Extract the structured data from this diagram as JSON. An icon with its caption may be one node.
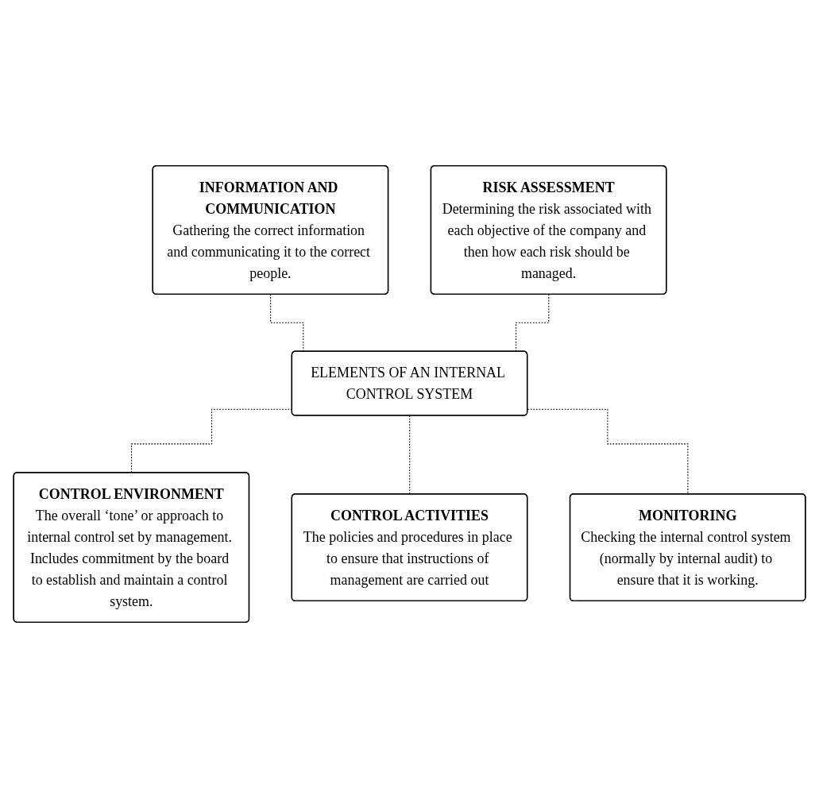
{
  "diagram": {
    "nodes": [
      {
        "text": [
          "INFORMATION AND COMMUNICATION",
          "Gathering the correct information and communicating it to the correct people."
        ]
      },
      {
        "text": [
          "RISK ASSESSMENT",
          "Determining the risk associated with each objective of the company and then how each risk should be managed."
        ]
      },
      {
        "text": [
          "ELEMENTS OF AN INTERNAL CONTROL SYSTEM"
        ]
      },
      {
        "text": [
          "CONTROL ENVIRONMENT",
          "The overall ‘tone’ or approach to internal control set by management. Includes commitment by the board to establish and maintain a control system."
        ]
      },
      {
        "text": [
          "CONTROL ACTIVITIES",
          "The policies and procedures in place to ensure that instructions of management are carried out"
        ]
      },
      {
        "text": [
          "MONITORING",
          "Checking the internal control system (normally by internal audit) to ensure that it is working."
        ]
      }
    ],
    "edges": [
      {
        "from": 0,
        "to": 2,
        "arrow": "none",
        "style": "dashed"
      },
      {
        "from": 1,
        "to": 2,
        "arrow": "none",
        "style": "dashed"
      },
      {
        "from": 2,
        "to": 3,
        "arrow": "none",
        "style": "dashed"
      },
      {
        "from": 2,
        "to": 4,
        "arrow": "none",
        "style": "dashed"
      },
      {
        "from": 2,
        "to": 5,
        "arrow": "none",
        "style": "dashed"
      }
    ]
  }
}
